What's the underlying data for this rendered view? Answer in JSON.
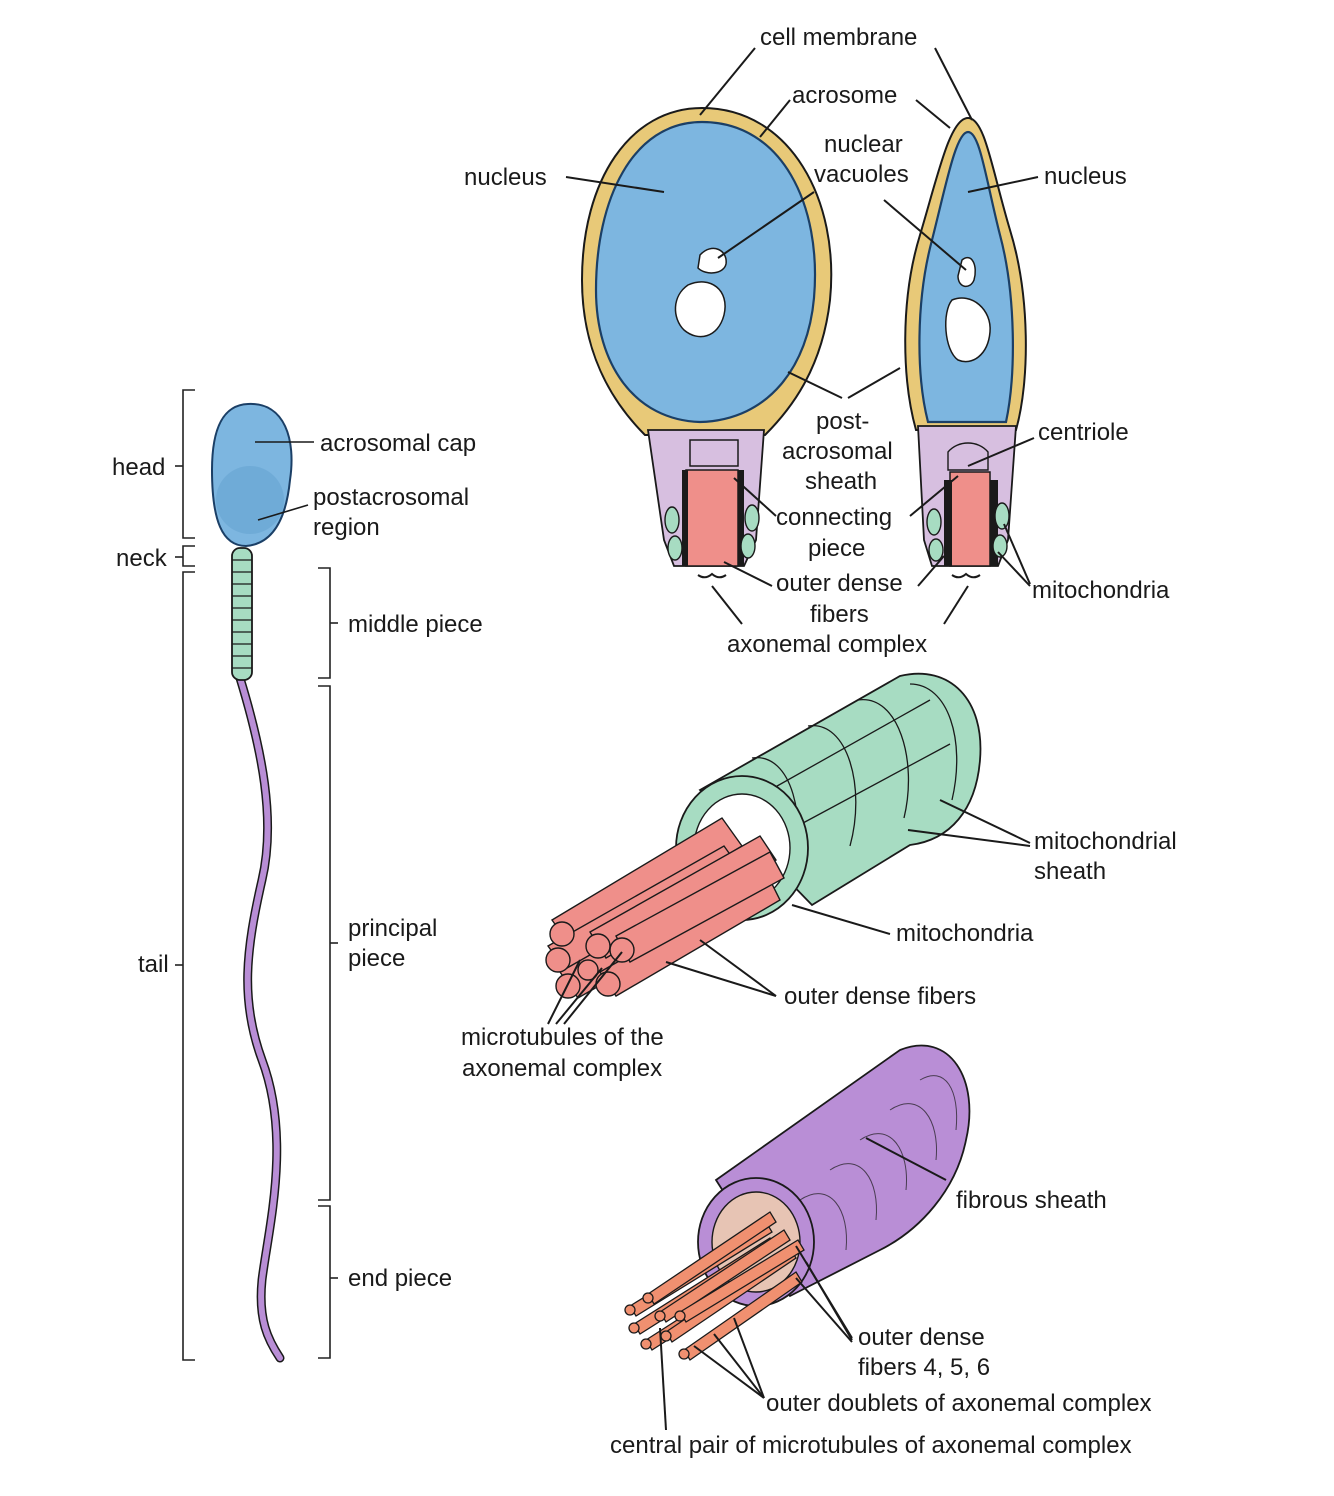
{
  "colors": {
    "nucleus_blue": "#7db6e0",
    "nucleus_outline": "#1b3f66",
    "acrosome_yellow": "#e8c978",
    "neck_lilac": "#d7bfe0",
    "fiber_pink": "#ef8f8a",
    "doublet_salmon": "#f09070",
    "mito_green": "#a7dcc2",
    "sheath_purple": "#b98ed6",
    "tail_purple": "#b98ed6",
    "dark": "#1a1a1a"
  },
  "whole_cell": {
    "regions": {
      "head": "head",
      "neck": "neck",
      "tail": "tail"
    },
    "parts": {
      "acrosomal_cap": "acrosomal cap",
      "postacrosomal_region_1": "postacrosomal",
      "postacrosomal_region_2": "region",
      "middle_piece": "middle piece",
      "principal_piece_1": "principal",
      "principal_piece_2": "piece",
      "end_piece": "end piece"
    }
  },
  "head_sections": {
    "cell_membrane": "cell membrane",
    "acrosome": "acrosome",
    "nucleus_left": "nucleus",
    "nucleus_right": "nucleus",
    "nuclear_vacuoles_1": "nuclear",
    "nuclear_vacuoles_2": "vacuoles",
    "post_acrosomal_1": "post-",
    "post_acrosomal_2": "acrosomal",
    "post_acrosomal_3": "sheath",
    "centriole": "centriole",
    "connecting_piece_1": "connecting",
    "connecting_piece_2": "piece",
    "outer_dense_fibers_1": "outer dense",
    "outer_dense_fibers_2": "fibers",
    "axonemal_complex": "axonemal complex",
    "mitochondria": "mitochondria"
  },
  "middle_piece_section": {
    "mitochondrial_sheath_1": "mitochondrial",
    "mitochondrial_sheath_2": "sheath",
    "mitochondria": "mitochondria",
    "outer_dense_fibers": "outer dense fibers",
    "microtubules_1": "microtubules of the",
    "microtubules_2": "axonemal complex"
  },
  "principal_piece_section": {
    "fibrous_sheath": "fibrous sheath",
    "outer_dense_fibers_1": "outer dense",
    "outer_dense_fibers_2": "fibers 4, 5, 6",
    "outer_doublets": "outer doublets of axonemal complex",
    "central_pair": "central pair of microtubules of axonemal complex"
  }
}
